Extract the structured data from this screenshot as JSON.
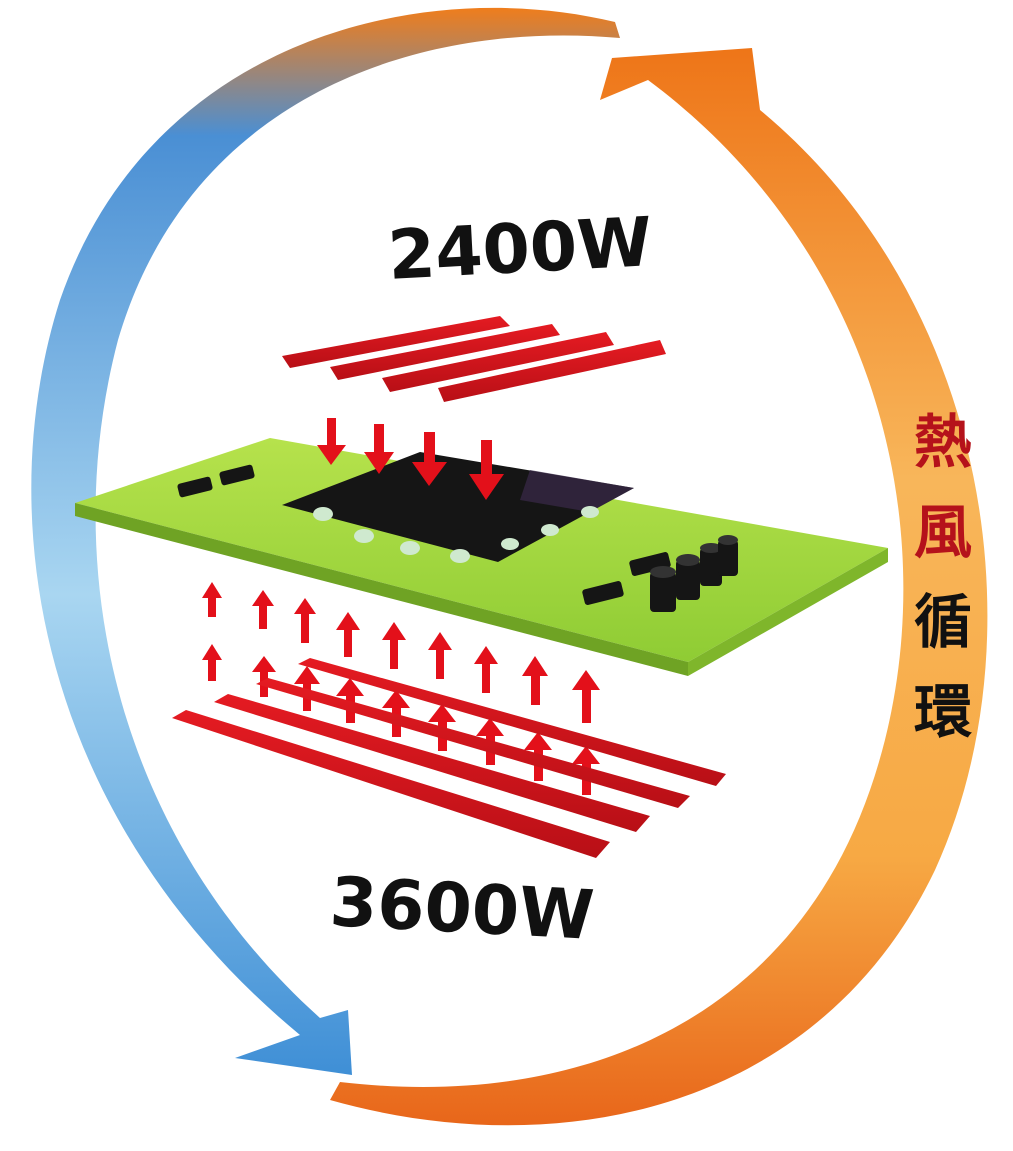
{
  "labels": {
    "top_power": "2400W",
    "bottom_power": "3600W"
  },
  "side_label": {
    "chars": [
      {
        "text": "熱",
        "color": "#b5121b"
      },
      {
        "text": "風",
        "color": "#b5121b"
      },
      {
        "text": "循",
        "color": "#111111"
      },
      {
        "text": "環",
        "color": "#111111"
      }
    ]
  },
  "colors": {
    "heater_red": "#d8141b",
    "board_green": "#9bd43a",
    "chip_black": "#151515",
    "arrow_red": "#e3101a",
    "warm_orange": "#ee7a1a",
    "cool_blue": "#3f94d6"
  },
  "icons": {
    "cycle": "circular-airflow-arrows",
    "heater": "heater-bars",
    "board": "pcb-board",
    "chip": "ic-chip",
    "flow": "heat-flow-arrows"
  }
}
